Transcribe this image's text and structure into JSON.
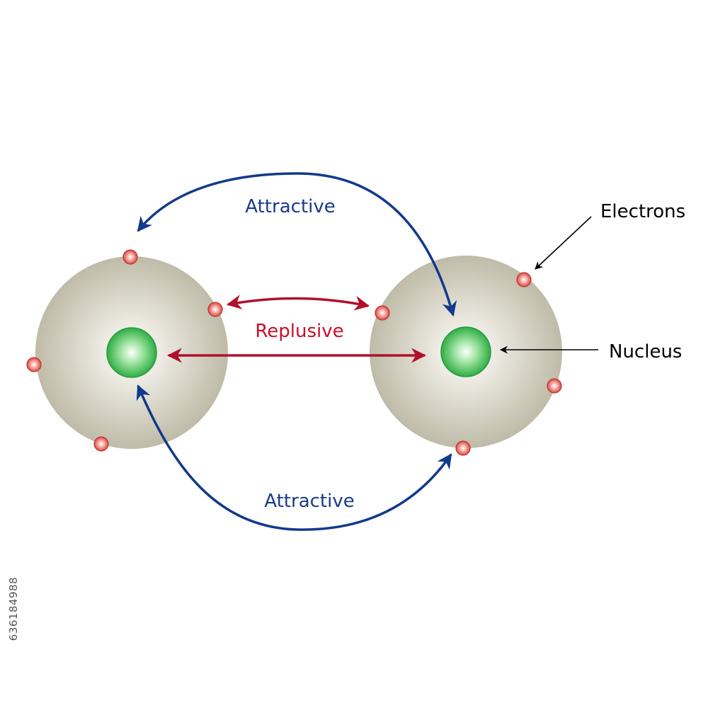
{
  "labels": {
    "attractive_top": "Attractive",
    "attractive_bottom": "Attractive",
    "repulsive": "Replusive",
    "electrons": "Electrons",
    "nucleus": "Nucleus"
  },
  "stock_id": "636184988",
  "colors": {
    "atom_shell": "#c9c5b4",
    "nucleus": "#33b84a",
    "electron": "#e05a5a",
    "attractive_arrow": "#123a8c",
    "repulsive_arrow": "#b0102a",
    "pointer_arrow": "#000000"
  },
  "icons": {
    "atom": "atom-icon",
    "electron": "electron-icon",
    "nucleus": "nucleus-icon"
  }
}
